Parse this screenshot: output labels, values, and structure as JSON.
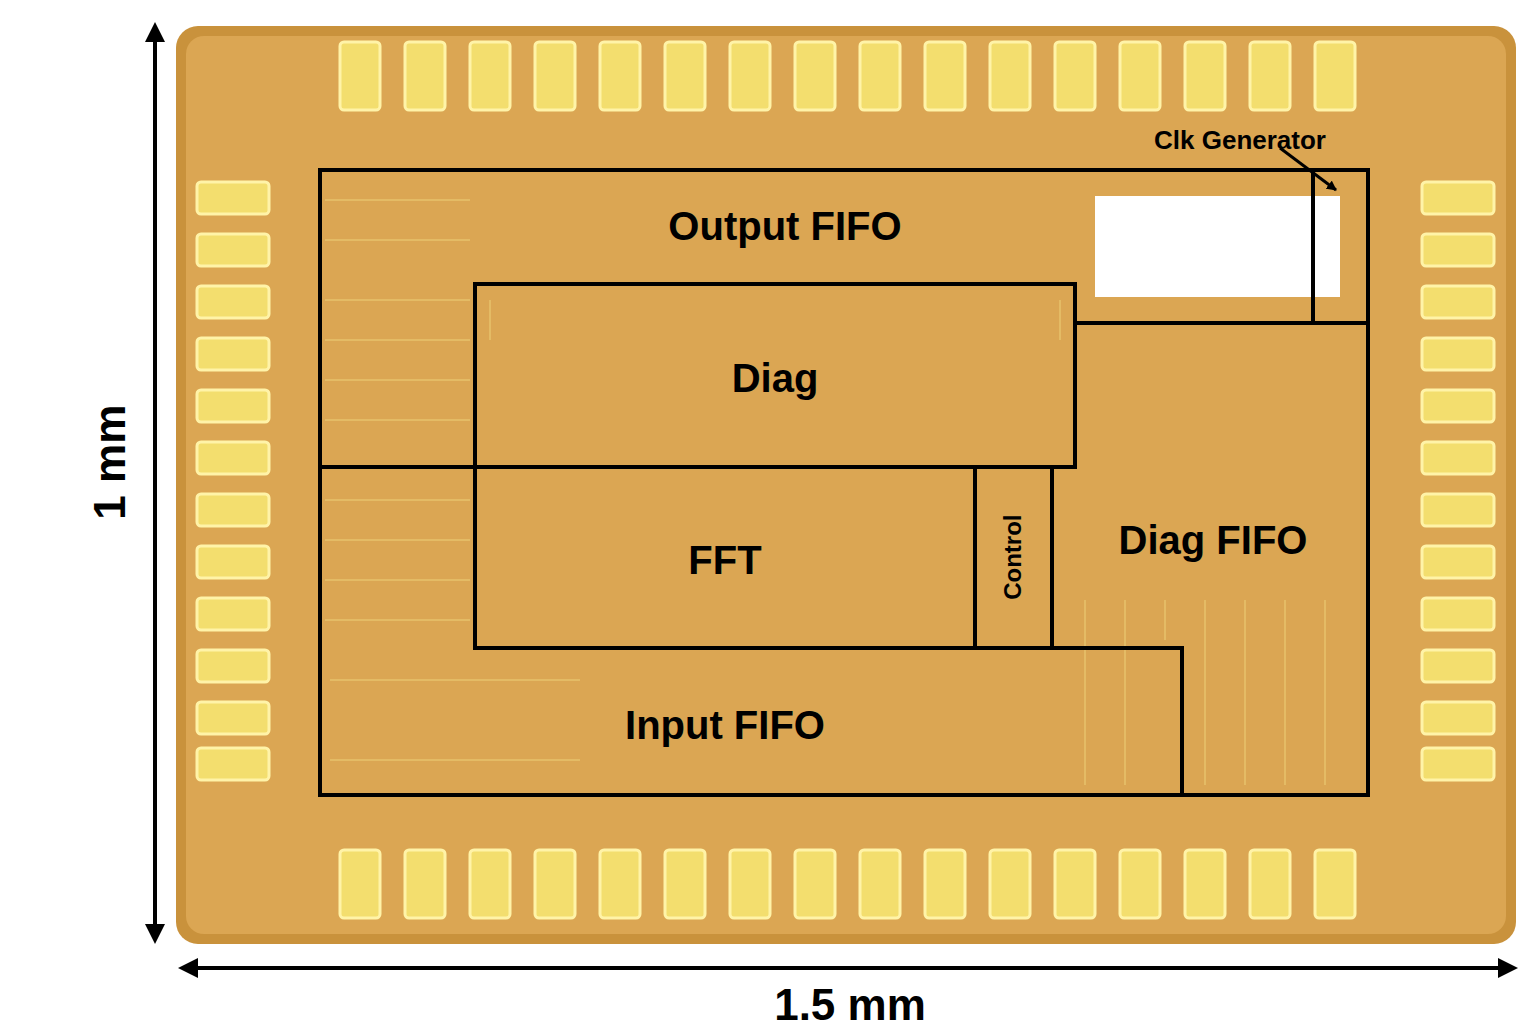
{
  "diagram": {
    "nodes": [
      {
        "text": [
          "Clk Generator"
        ]
      },
      {
        "text": [
          "Output FIFO"
        ]
      },
      {
        "text": [
          "Diag"
        ]
      },
      {
        "text": [
          "Diag FIFO"
        ]
      },
      {
        "text": [
          "FFT"
        ]
      },
      {
        "text": [
          "Control"
        ]
      },
      {
        "text": [
          "Input FIFO"
        ]
      }
    ],
    "labels": [
      "1 mm",
      "1.5 mm"
    ]
  }
}
